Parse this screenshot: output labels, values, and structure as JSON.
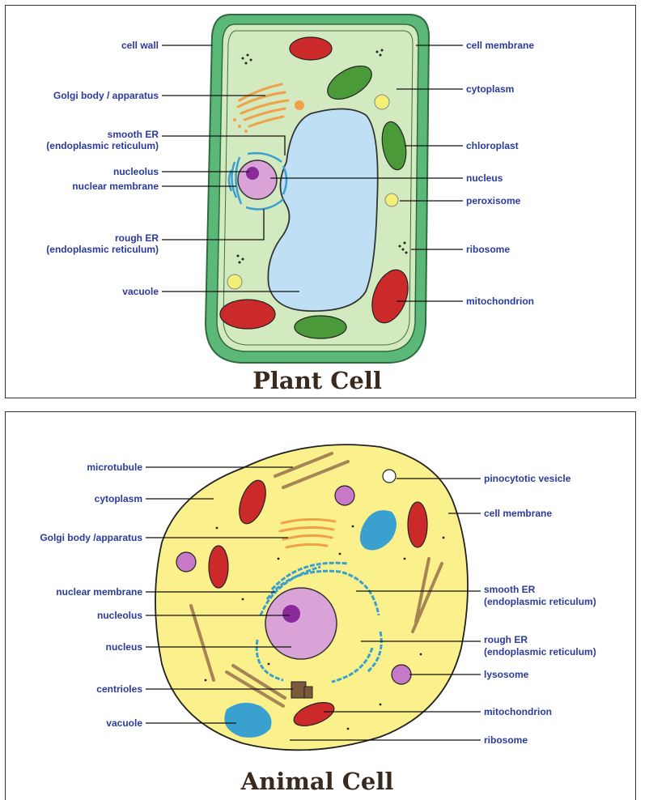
{
  "plant": {
    "title": "Plant Cell",
    "labels": {
      "cell_wall": "cell wall",
      "golgi": "Golgi body / apparatus",
      "smooth_er_1": "smooth ER",
      "smooth_er_2": "(endoplasmic reticulum)",
      "nucleolus": "nucleolus",
      "nuclear_membrane": "nuclear membrane",
      "rough_er_1": "rough ER",
      "rough_er_2": "(endoplasmic reticulum)",
      "vacuole": "vacuole",
      "cell_membrane": "cell membrane",
      "cytoplasm": "cytoplasm",
      "chloroplast": "chloroplast",
      "nucleus": "nucleus",
      "peroxisome": "peroxisome",
      "ribosome": "ribosome",
      "mitochondrion": "mitochondrion"
    }
  },
  "animal": {
    "title": "Animal Cell",
    "labels": {
      "microtubule": "microtubule",
      "cytoplasm": "cytoplasm",
      "golgi": "Golgi body /apparatus",
      "nuclear_membrane": "nuclear membrane",
      "nucleolus": "nucleolus",
      "nucleus": "nucleus",
      "centrioles": "centrioles",
      "vacuole": "vacuole",
      "pinocytotic_vesicle": "pinocytotic vesicle",
      "cell_membrane": "cell membrane",
      "smooth_er_1": "smooth ER",
      "smooth_er_2": "(endoplasmic reticulum)",
      "rough_er_1": "rough ER",
      "rough_er_2": "(endoplasmic reticulum)",
      "lysosome": "lysosome",
      "mitochondrion": "mitochondrion",
      "ribosome": "ribosome"
    }
  },
  "colors": {
    "label_text": "#2b3a9c",
    "cell_wall": "#5cb878",
    "plant_cytoplasm": "#d3e9c0",
    "vacuole": "#bfe0f4",
    "nucleus": "#d9a3d8",
    "nucleolus": "#8a2a9a",
    "er": "#3aa0cf",
    "golgi": "#f0a14a",
    "mitochondrion": "#cc2a2a",
    "chloroplast": "#4a9a3a",
    "peroxisome": "#f2ef76",
    "animal_cytoplasm": "#fbf18c",
    "lysosome": "#c779c7",
    "microtubule": "#a78455"
  }
}
